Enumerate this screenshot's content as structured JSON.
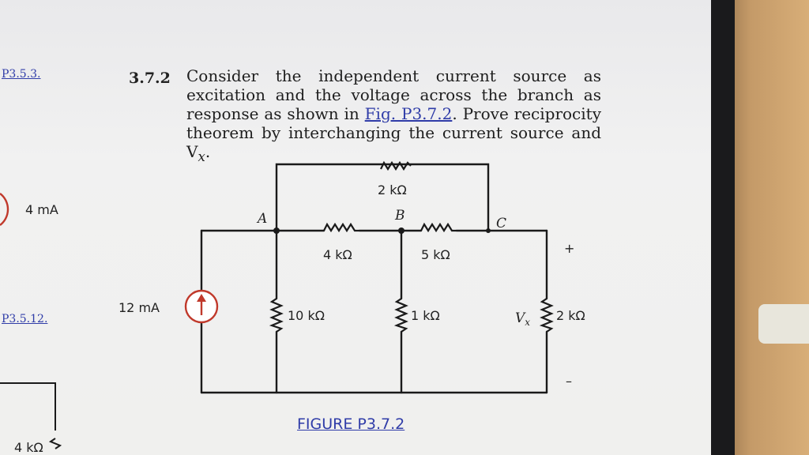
{
  "margin": {
    "top_ref": "P3.5.3.",
    "left_source": "4 mA",
    "bottom_ref": "P3.5.12.",
    "bottom_resistor": "4 kΩ"
  },
  "problem": {
    "number": "3.7.2",
    "text_part1": "Consider the independent current source as excitation and the voltage across the branch as response as shown in ",
    "link_text": "Fig. P3.7.2",
    "text_part2": ". Prove reciprocity theorem by interchanging the current source and V",
    "text_sub": "x",
    "text_end": "."
  },
  "circuit": {
    "source_label": "12 mA",
    "nodes": {
      "a": "A",
      "b": "B",
      "c": "C"
    },
    "resistors": {
      "top": "2 kΩ",
      "ab": "4 kΩ",
      "bc": "5 kΩ",
      "a_ground": "10 kΩ",
      "b_ground": "1 kΩ",
      "right": "2 kΩ"
    },
    "vx_label": "V",
    "vx_sub": "x",
    "plus": "+",
    "minus": "–"
  },
  "figure_caption": "FIGURE P3.7.2",
  "colors": {
    "link": "#2f3ca8",
    "source": "#c0392b",
    "wire": "#1a1a1a"
  }
}
